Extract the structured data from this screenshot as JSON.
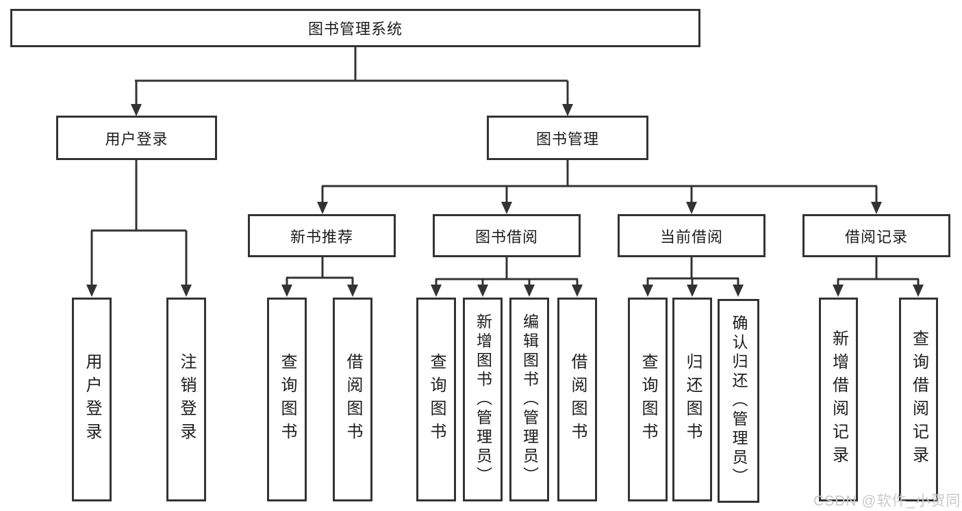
{
  "tree": {
    "label": "图书管理系统",
    "children": [
      {
        "label": "用户登录",
        "children": [
          {
            "label": "用户登录"
          },
          {
            "label": "注销登录"
          }
        ]
      },
      {
        "label": "图书管理",
        "children": [
          {
            "label": "新书推荐",
            "children": [
              {
                "label": "查询图书"
              },
              {
                "label": "借阅图书"
              }
            ]
          },
          {
            "label": "图书借阅",
            "children": [
              {
                "label": "查询图书"
              },
              {
                "label": "新增图书（管理员）"
              },
              {
                "label": "编辑图书（管理员）"
              },
              {
                "label": "借阅图书"
              }
            ]
          },
          {
            "label": "当前借阅",
            "children": [
              {
                "label": "查询图书"
              },
              {
                "label": "归还图书"
              },
              {
                "label": "确认归还（管理员）"
              }
            ]
          },
          {
            "label": "借阅记录",
            "children": [
              {
                "label": "新增借阅记录"
              },
              {
                "label": "查询借阅记录"
              }
            ]
          }
        ]
      }
    ]
  },
  "watermark": {
    "text": "CSDN @软件_小贺同学"
  },
  "colors": {
    "line": "#333333",
    "box_border": "#333333",
    "watermark": "#c9c9c9"
  }
}
